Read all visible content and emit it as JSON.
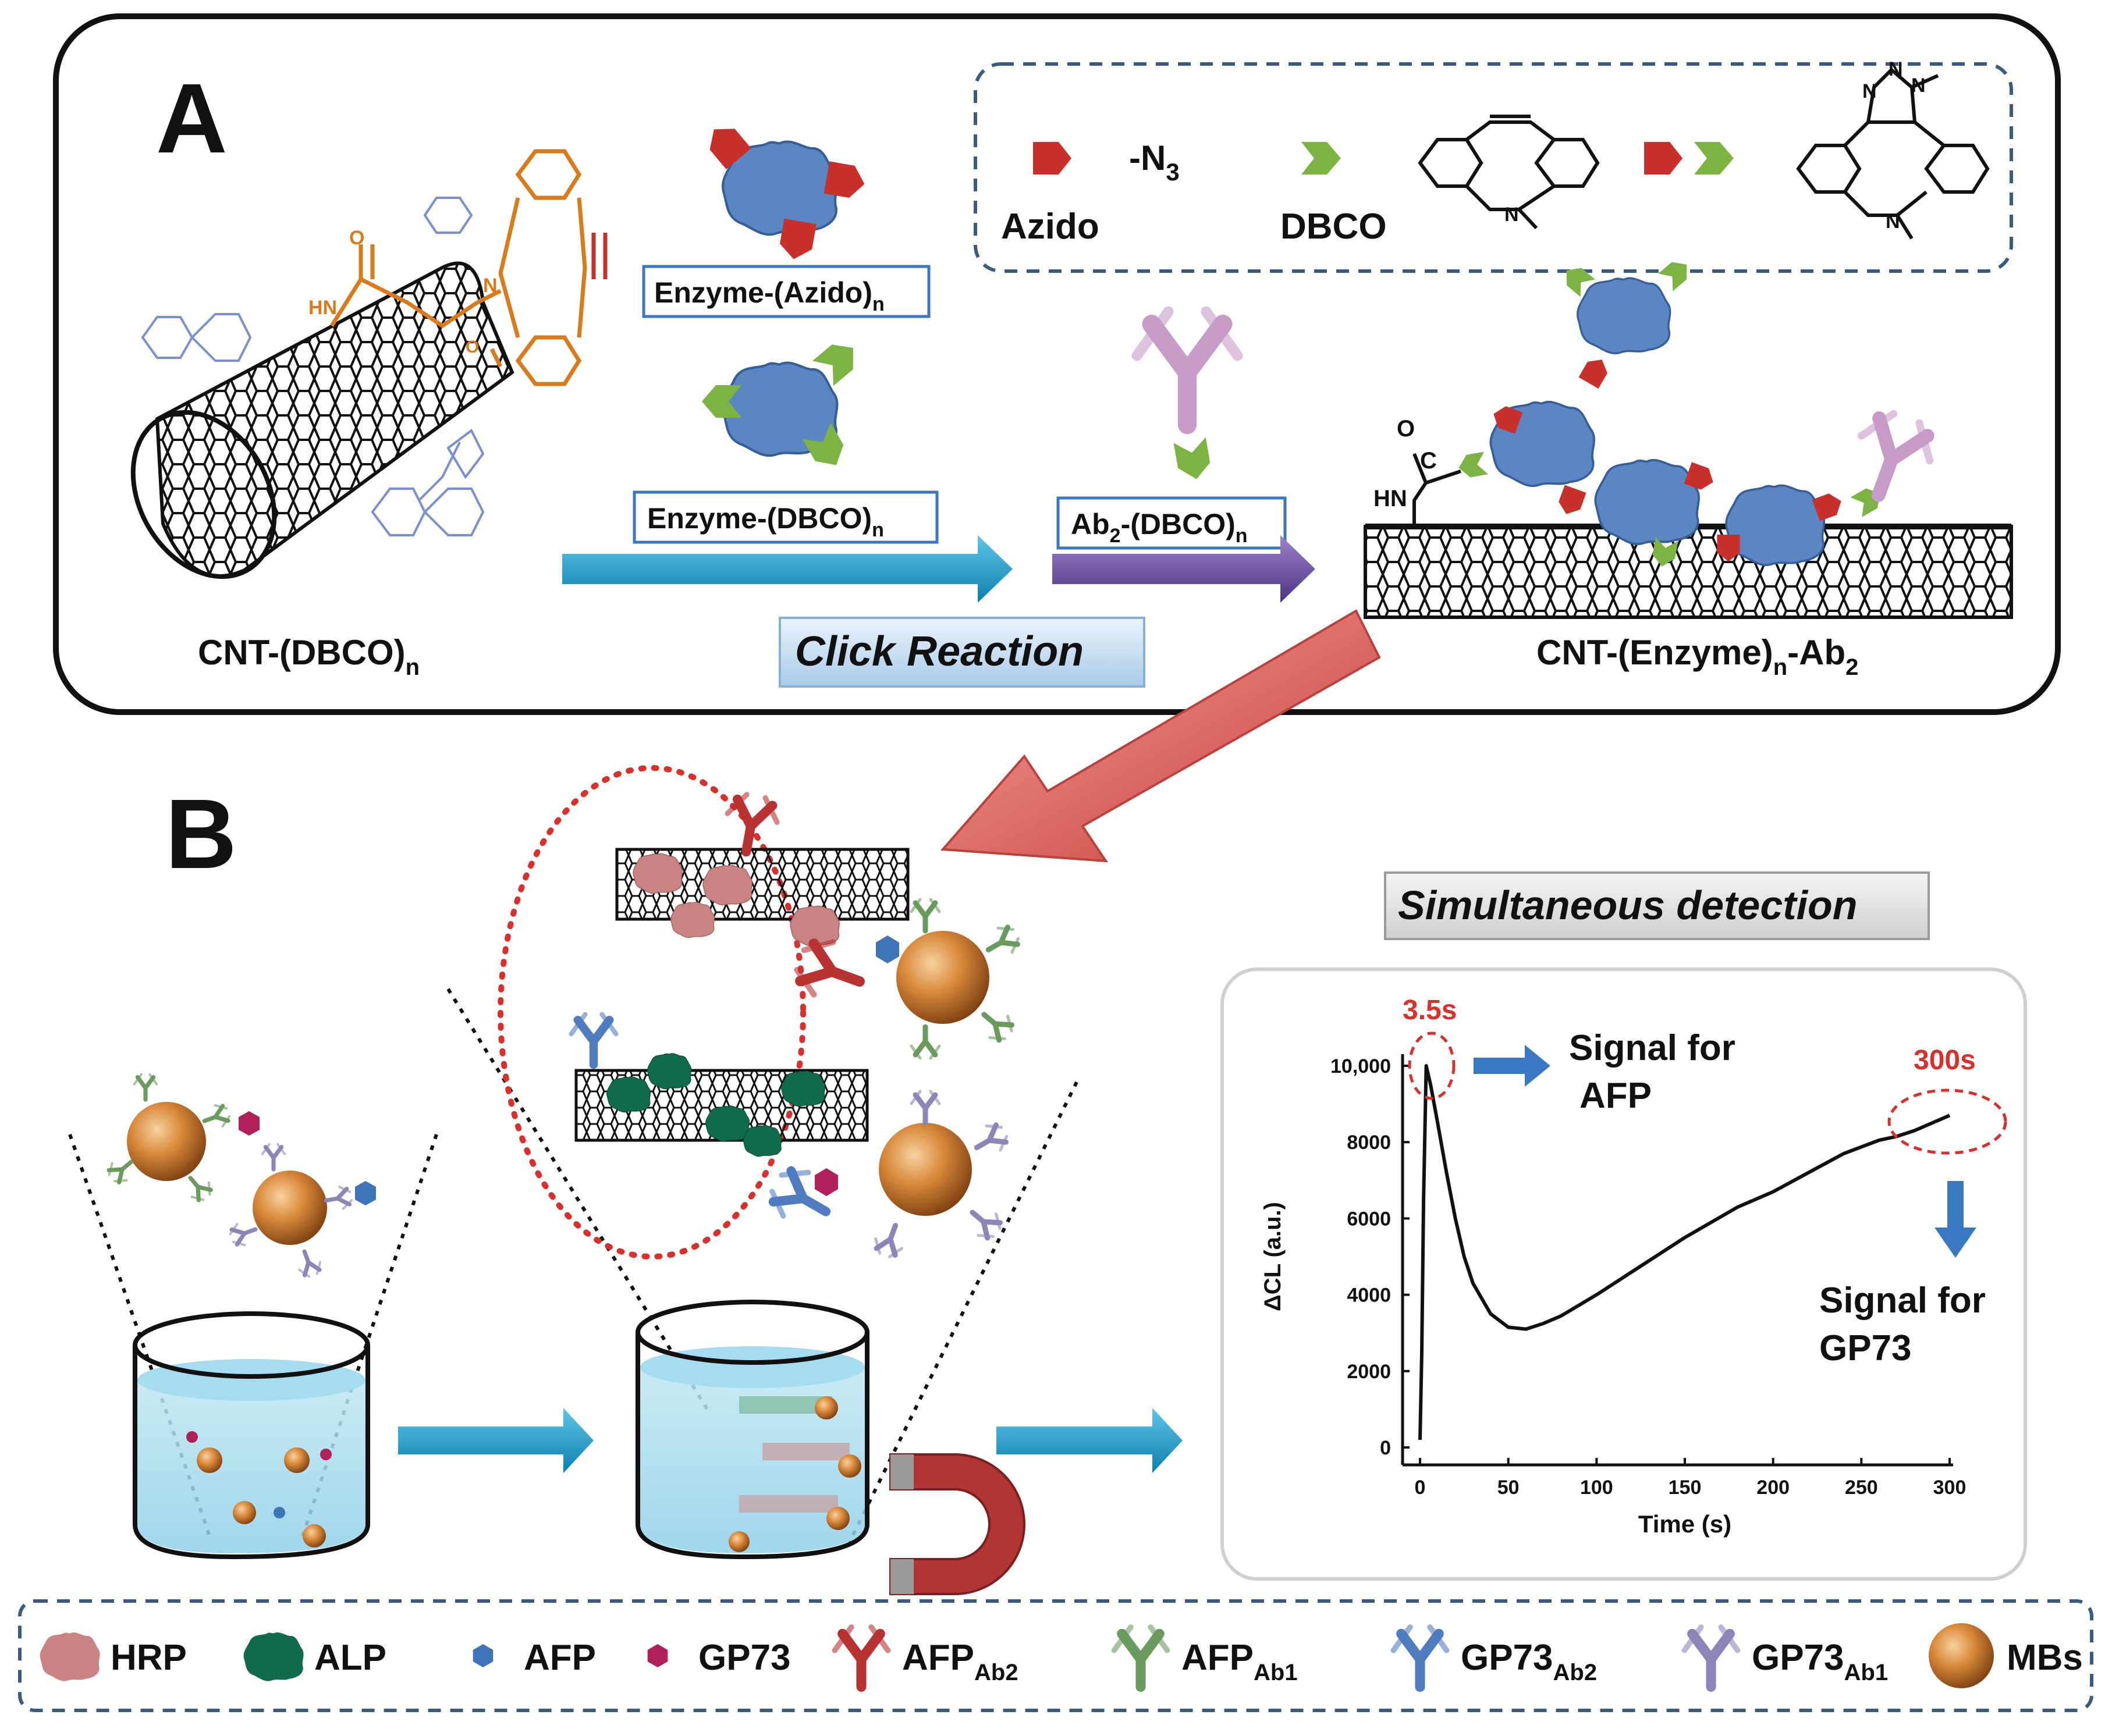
{
  "panel_a": {
    "letter": "A",
    "legend": {
      "azido_label": "Azido",
      "azide_formula": "-N",
      "azide_sub": "3",
      "dbco_label": "DBCO",
      "triazole_n1": "N",
      "triazole_n2": "N",
      "triazole_n3": "N",
      "dbco_n": "N",
      "product_n": "N"
    },
    "cnt_chem": {
      "nh": "HN",
      "o1": "O",
      "n": "N",
      "o2": "O"
    },
    "boxes": {
      "enzyme_azido": {
        "text": "Enzyme-(Azido)",
        "sub": "n"
      },
      "enzyme_dbco": {
        "text": "Enzyme-(DBCO)",
        "sub": "n"
      },
      "ab2_dbco": {
        "pre": "Ab",
        "sub1": "2",
        "post": "-(DBCO)",
        "sub2": "n"
      }
    },
    "cnt_dbco": {
      "text": "CNT-(DBCO)",
      "sub": "n"
    },
    "click_reaction": "Click  Reaction",
    "product_chem": {
      "o": "O",
      "c": "C",
      "hn": "HN"
    },
    "product_label": {
      "pre": "CNT-(Enzyme)",
      "sub1": "n",
      "post": "-Ab",
      "sub2": "2"
    }
  },
  "panel_b": {
    "letter": "B",
    "simultaneous_detection": "Simultaneous detection",
    "annotation_peak": "3.5s",
    "annotation_end": "300s",
    "signal_afp_line1": "Signal for",
    "signal_afp_line2": "AFP",
    "signal_gp73_line1": "Signal for",
    "signal_gp73_line2": "GP73"
  },
  "chart_data": {
    "type": "line",
    "xlabel": "Time (s)",
    "ylabel": "ΔCL (a.u.)",
    "xlim": [
      0,
      300
    ],
    "ylim": [
      0,
      10000
    ],
    "xticks": [
      0,
      50,
      100,
      150,
      200,
      250,
      300
    ],
    "yticks": [
      0,
      2000,
      4000,
      6000,
      8000
    ],
    "ytick_top_label": "10,000",
    "series": [
      {
        "x": [
          0,
          1,
          2,
          3.5,
          6,
          10,
          15,
          20,
          25,
          30,
          40,
          50,
          60,
          70,
          80,
          100,
          120,
          150,
          180,
          200,
          220,
          240,
          260,
          270,
          280,
          290,
          300
        ],
        "y": [
          200,
          2500,
          6500,
          10000,
          9500,
          8500,
          7200,
          6000,
          5000,
          4300,
          3500,
          3150,
          3100,
          3250,
          3450,
          4000,
          4600,
          5500,
          6300,
          6700,
          7200,
          7700,
          8050,
          8150,
          8300,
          8500,
          8700
        ]
      }
    ]
  },
  "legend_b": [
    {
      "name": "HRP",
      "label": "HRP",
      "sub": ""
    },
    {
      "name": "ALP",
      "label": "ALP",
      "sub": ""
    },
    {
      "name": "AFP",
      "label": "AFP",
      "sub": ""
    },
    {
      "name": "GP73",
      "label": "GP73",
      "sub": ""
    },
    {
      "name": "AFP-Ab2",
      "label": "AFP",
      "sub": "Ab2"
    },
    {
      "name": "AFP-Ab1",
      "label": "AFP",
      "sub": "Ab1"
    },
    {
      "name": "GP73-Ab2",
      "label": "GP73",
      "sub": "Ab2"
    },
    {
      "name": "GP73-Ab1",
      "label": "GP73",
      "sub": "Ab1"
    },
    {
      "name": "MBs",
      "label": "MBs",
      "sub": ""
    }
  ],
  "colors": {
    "azido": "#c9302c",
    "dbco": "#7cb342",
    "enzyme": "#5b86c1",
    "hrp": "#c98383",
    "alp": "#0f6b4b",
    "afp": "#3f74b8",
    "gp73": "#b0215a",
    "ab_afp2": "#b83232",
    "ab_afp1": "#6a9a5e",
    "ab_gp2": "#4f7bbf",
    "ab_gp1": "#8c85b8",
    "ab2_antibody": "#c79bc8",
    "orange_chem": "#d97b1a",
    "blue_chem": "#7b8fd0",
    "arrow_teal": "#1e9ac7",
    "arrow_purple": "#6a4ca0",
    "arrow_red": "#d9534f",
    "annot_red": "#d9302c",
    "arrow_blue": "#3a78c2"
  }
}
